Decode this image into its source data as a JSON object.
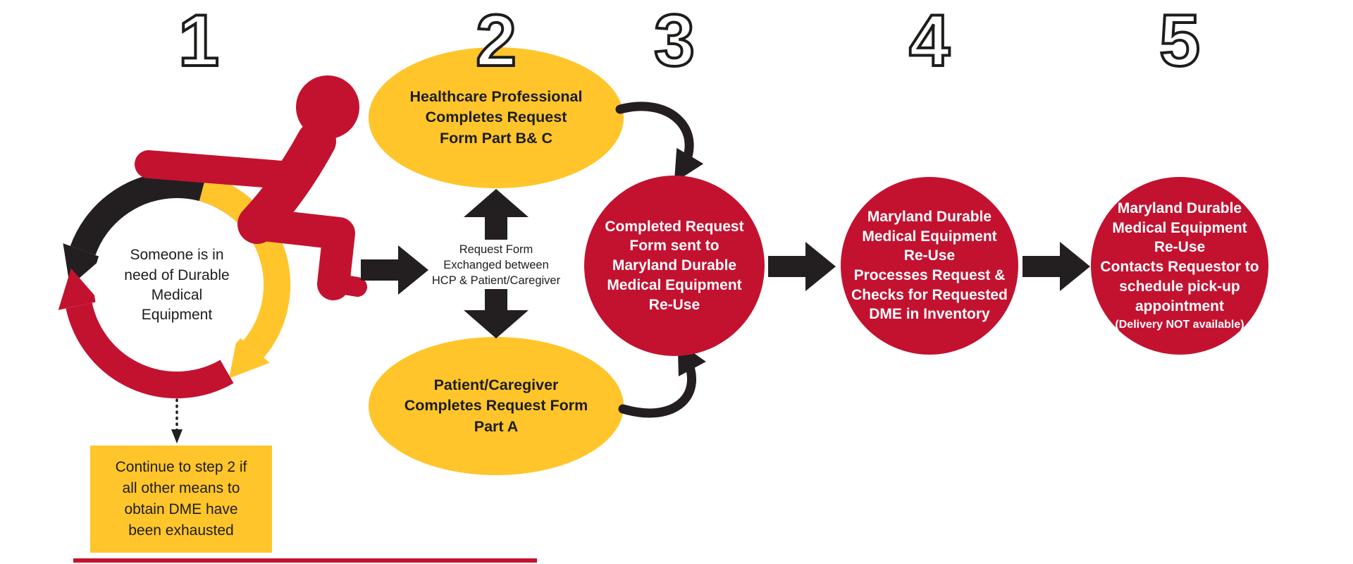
{
  "colors": {
    "red": "#C31230",
    "yellow": "#FFC52B",
    "ink": "#231F20"
  },
  "step_numbers": [
    "1",
    "2",
    "3",
    "4",
    "5"
  ],
  "step1": {
    "circle_text": "Someone is in\nneed of Durable\nMedical\nEquipment",
    "note": "Continue to step 2 if\nall other means to\nobtain DME have\nbeen exhausted"
  },
  "step2": {
    "top": "Healthcare Professional\nCompletes Request\nForm Part B& C",
    "exchange": "Request Form\nExchanged between\nHCP & Patient/Caregiver",
    "bottom": "Patient/Caregiver\nCompletes Request Form\nPart A"
  },
  "step3": {
    "text": "Completed Request\nForm sent to\nMaryland Durable\nMedical Equipment\nRe-Use"
  },
  "step4": {
    "text": "Maryland Durable\nMedical Equipment\nRe-Use\nProcesses Request &\nChecks for Requested\nDME in Inventory"
  },
  "step5": {
    "text": "Maryland Durable\nMedical Equipment\nRe-Use\nContacts Requestor to\nschedule pick-up\nappointment",
    "note": "(Delivery NOT available)"
  }
}
